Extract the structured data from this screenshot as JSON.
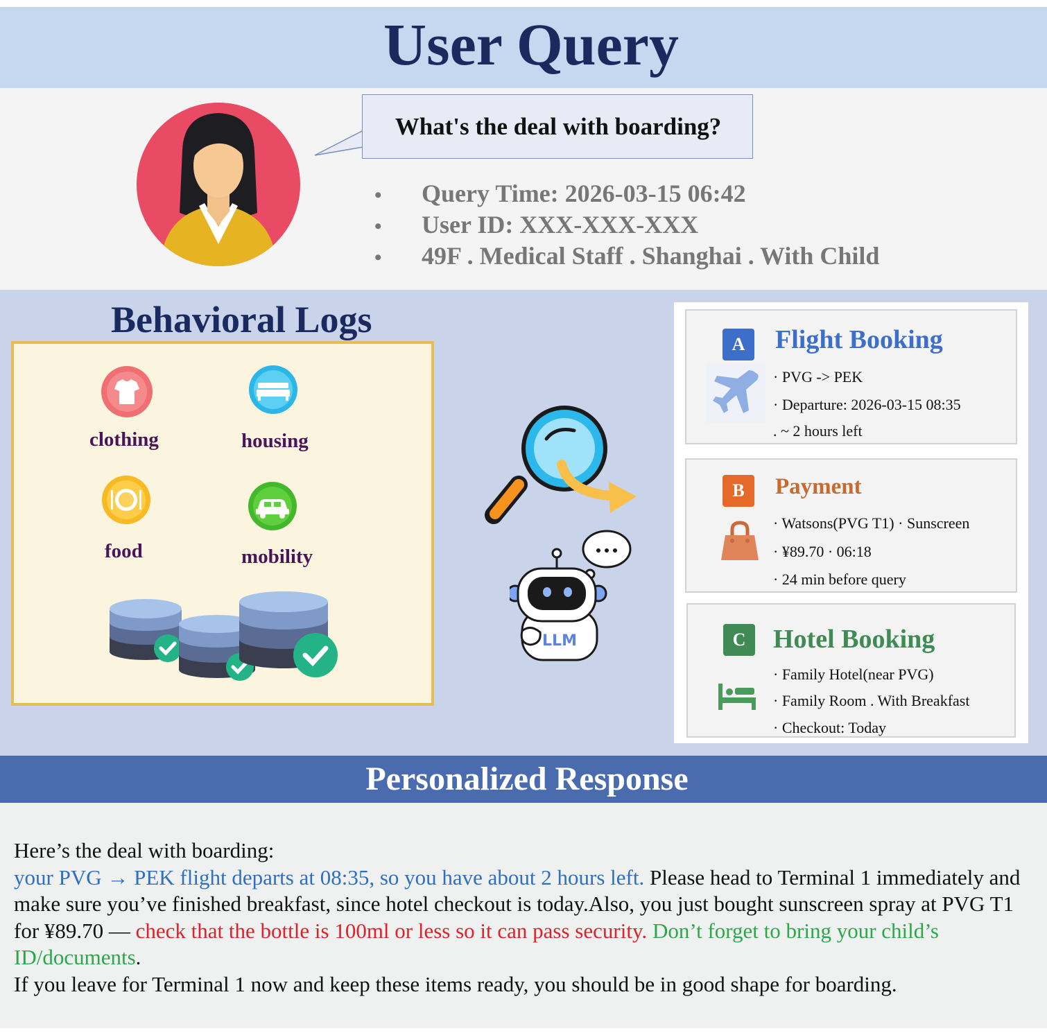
{
  "header": {
    "title": "User Query"
  },
  "query": {
    "question": "What's the deal with boarding?",
    "bullets": [
      "Query Time: 2026-03-15 06:42",
      "User ID: XXX-XXX-XXX",
      "49F . Medical Staff . Shanghai . With Child"
    ]
  },
  "logs": {
    "title": "Behavioral Logs",
    "categories": [
      "clothing",
      "housing",
      "food",
      "mobility"
    ]
  },
  "llm_label": "LLM",
  "cards": [
    {
      "badge": "A",
      "title": "Flight Booking",
      "lines": [
        "· PVG -> PEK",
        "· Departure: 2026-03-15 08:35",
        ". ~ 2 hours left"
      ]
    },
    {
      "badge": "B",
      "title": "Payment",
      "lines": [
        "· Watsons(PVG T1) · Sunscreen",
        "· ¥89.70 · 06:18",
        "· 24 min before query"
      ]
    },
    {
      "badge": "C",
      "title": "Hotel Booking",
      "lines": [
        "· Family Hotel(near PVG)",
        "· Family Room . With Breakfast",
        "· Checkout: Today"
      ]
    }
  ],
  "response": {
    "title": "Personalized Response",
    "intro": "Here’s the deal with boarding:",
    "seg_blue": "your PVG → PEK flight departs at 08:35, so you have about 2 hours left.",
    "seg_plain1": " Please head to Terminal 1 immediately and make sure you’ve finished breakfast, since hotel checkout is today.Also, you just bought sunscreen spray at PVG T1  for ¥89.70 — ",
    "seg_red": "check that the bottle is 100ml or less so it can pass security.",
    "seg_green": " Don’t forget to bring your child’s ID/documents",
    "seg_plain2": ".",
    "closing": "If you leave for Terminal 1 now and keep these items ready, you should be in good shape for boarding."
  },
  "colors": {
    "header_bg": "#c6d8ef",
    "title_navy": "#1b2a5e",
    "response_header": "#4a6bad",
    "flight_blue": "#3d6fc9",
    "payment_orange": "#c66a2e",
    "hotel_green": "#3f8a55",
    "highlight_blue": "#2e6fc0",
    "highlight_red": "#e0202a",
    "highlight_green": "#2aa84a"
  },
  "icons": [
    "user-avatar",
    "clothing-icon",
    "housing-icon",
    "food-icon",
    "mobility-icon",
    "database-icon",
    "magnifier-icon",
    "arrow-icon",
    "robot-icon",
    "thought-bubble-icon",
    "plane-icon",
    "shopping-bag-icon",
    "bed-icon"
  ]
}
